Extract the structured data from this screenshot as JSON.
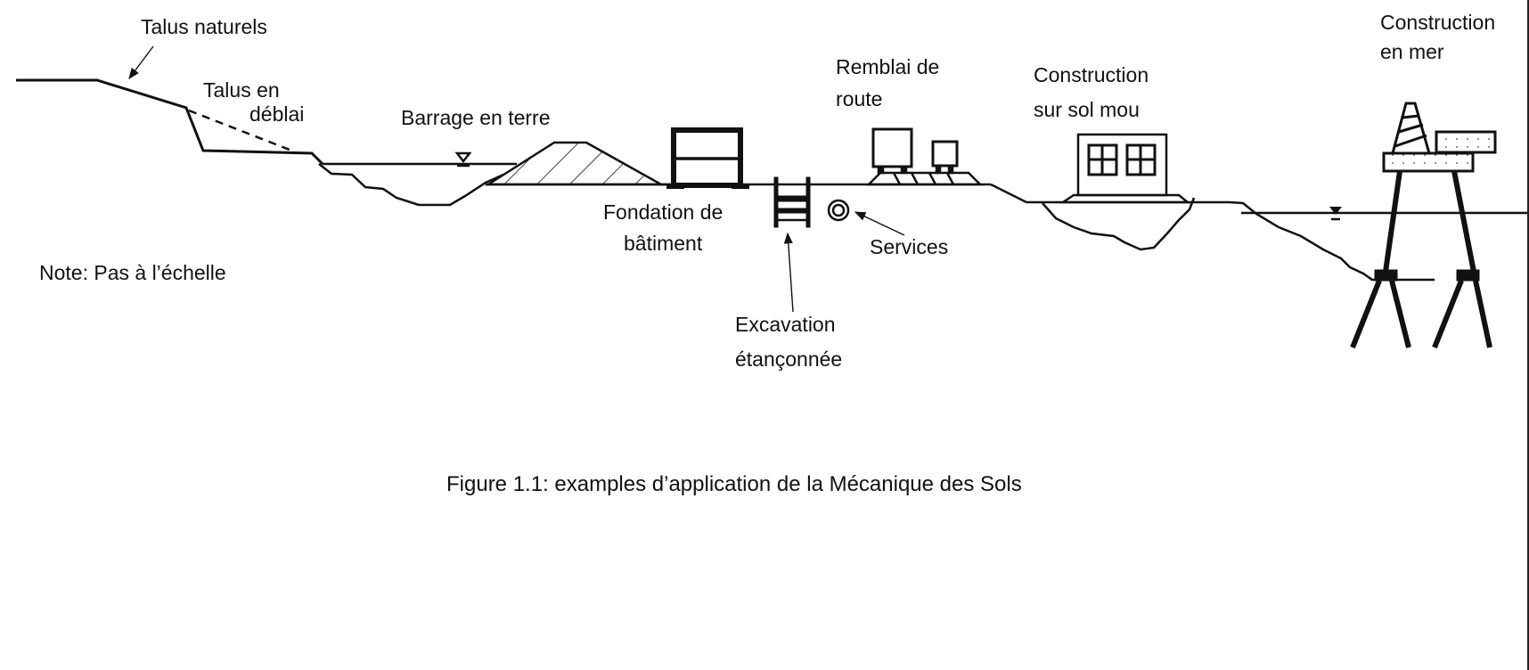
{
  "figure": {
    "caption": "Figure 1.1: examples d’application de la Mécanique des Sols",
    "note": "Note: Pas à l’échelle",
    "labels": {
      "talus_naturels": "Talus naturels",
      "talus_deblai_1": "Talus en",
      "talus_deblai_2": "déblai",
      "barrage": "Barrage en terre",
      "fondation_1": "Fondation de",
      "fondation_2": "bâtiment",
      "excavation_1": "Excavation",
      "excavation_2": "étançonnée",
      "services": "Services",
      "remblai_1": "Remblai de",
      "remblai_2": "route",
      "sol_mou_1": "Construction",
      "sol_mou_2": "sur sol mou",
      "mer_1": "Construction",
      "mer_2": "en mer"
    },
    "colors": {
      "ink": "#111111",
      "paper": "#ffffff"
    }
  }
}
